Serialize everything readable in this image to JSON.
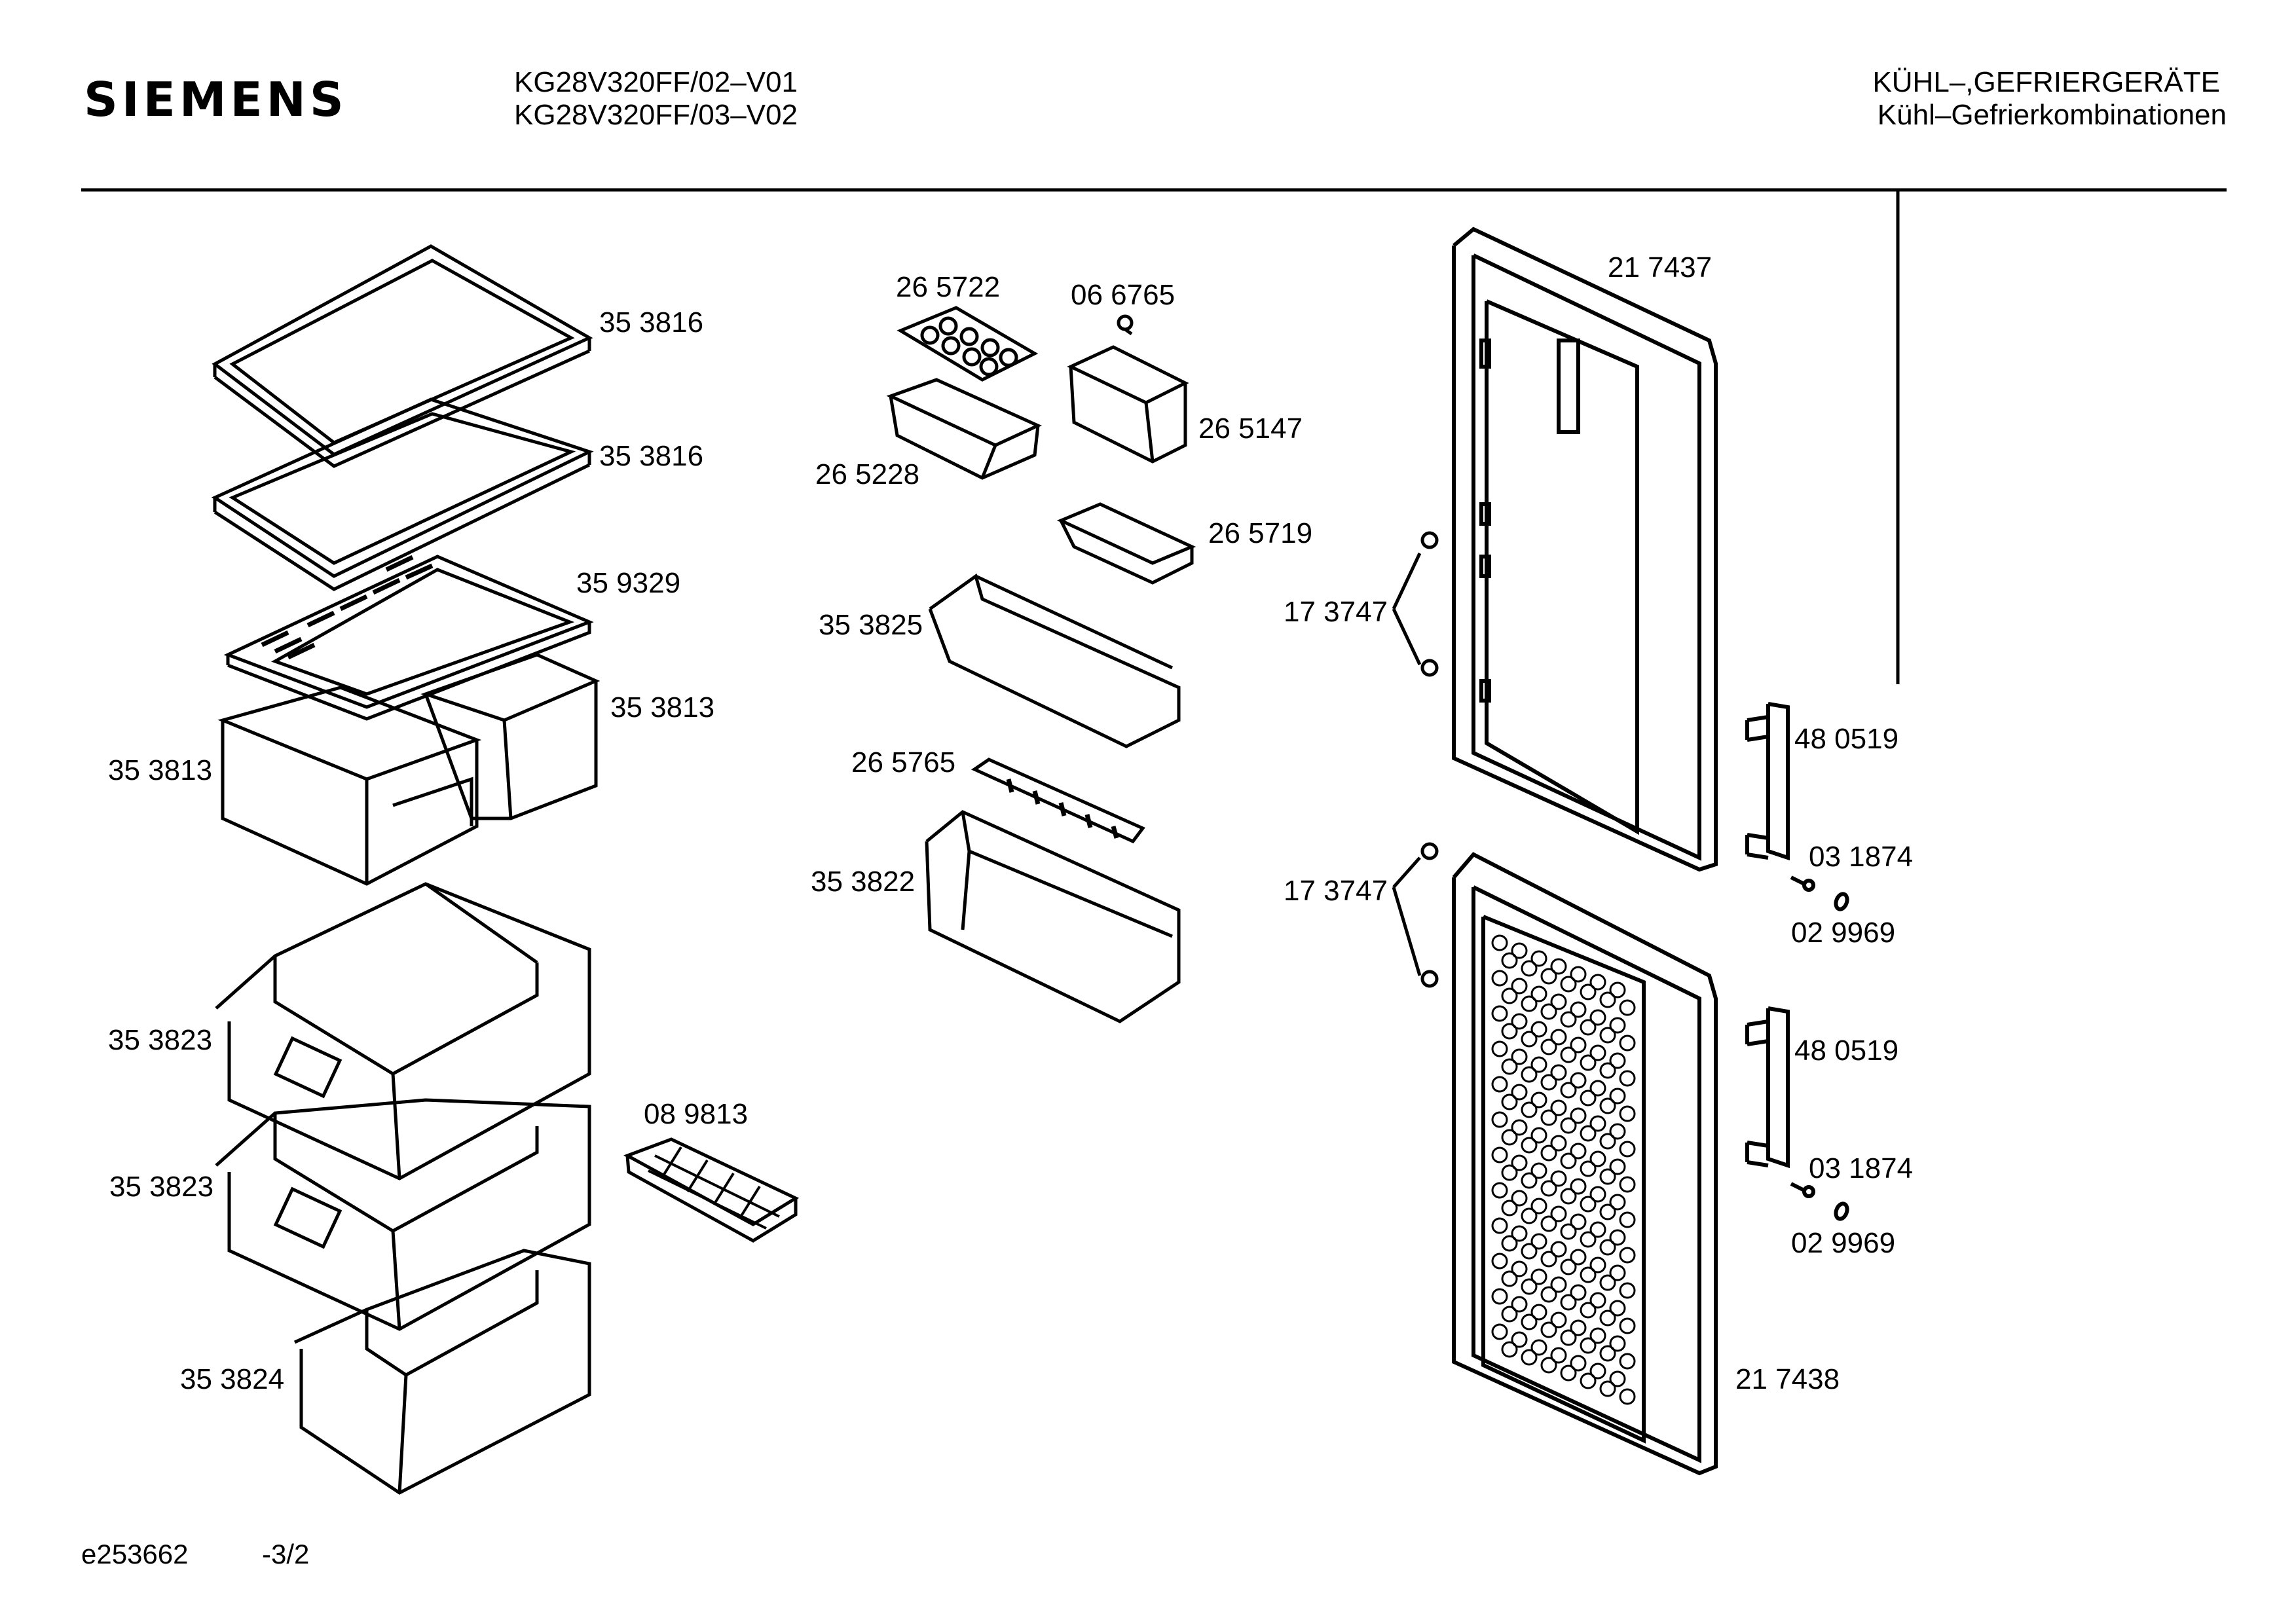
{
  "header": {
    "brand": "SIEMENS",
    "model_line_1": "KG28V320FF/02–V01",
    "model_line_2": "KG28V320FF/03–V02",
    "category_line_1": "KÜHL–,GEFRIERGERÄTE",
    "category_line_2": "Kühl–Gefrierkombinationen"
  },
  "parts": [
    {
      "id": "p01",
      "number": "35 3816"
    },
    {
      "id": "p02",
      "number": "35 3816"
    },
    {
      "id": "p03",
      "number": "35 9329"
    },
    {
      "id": "p04",
      "number": "35 3813"
    },
    {
      "id": "p05",
      "number": "35 3813"
    },
    {
      "id": "p06",
      "number": "35 3823"
    },
    {
      "id": "p07",
      "number": "35 3823"
    },
    {
      "id": "p08",
      "number": "35 3824"
    },
    {
      "id": "p09",
      "number": "08 9813"
    },
    {
      "id": "p10",
      "number": "26 5722"
    },
    {
      "id": "p11",
      "number": "06 6765"
    },
    {
      "id": "p12",
      "number": "26 5147"
    },
    {
      "id": "p13",
      "number": "26 5228"
    },
    {
      "id": "p14",
      "number": "26 5719"
    },
    {
      "id": "p15",
      "number": "35 3825"
    },
    {
      "id": "p16",
      "number": "26 5765"
    },
    {
      "id": "p17",
      "number": "35 3822"
    },
    {
      "id": "p18",
      "number": "21 7437"
    },
    {
      "id": "p19",
      "number": "17 3747"
    },
    {
      "id": "p20",
      "number": "17 3747"
    },
    {
      "id": "p21",
      "number": "48 0519"
    },
    {
      "id": "p22",
      "number": "03 1874"
    },
    {
      "id": "p23",
      "number": "02 9969"
    },
    {
      "id": "p24",
      "number": "48 0519"
    },
    {
      "id": "p25",
      "number": "03 1874"
    },
    {
      "id": "p26",
      "number": "02 9969"
    },
    {
      "id": "p27",
      "number": "21 7438"
    }
  ],
  "footer": {
    "drawing_id": "e253662",
    "page": "-3/2"
  }
}
